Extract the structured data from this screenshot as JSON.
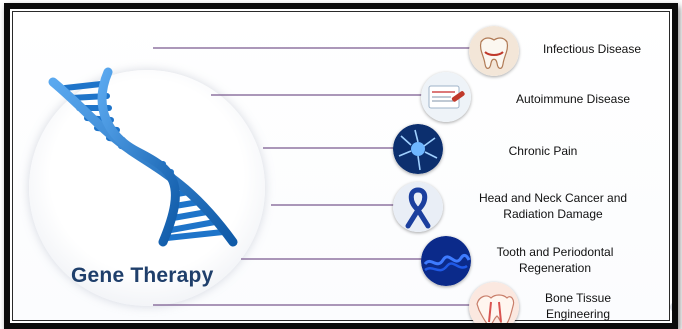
{
  "diagram": {
    "title": "Gene Therapy",
    "items": [
      {
        "label": "Infectious Disease",
        "icon": "tooth-icon"
      },
      {
        "label": "Autoimmune Disease",
        "icon": "blood-test-icon"
      },
      {
        "label": "Chronic Pain",
        "icon": "nerve-cell-icon"
      },
      {
        "label": "Head and Neck Cancer and Radiation Damage",
        "icon": "cancer-ribbon-icon"
      },
      {
        "label": "Tooth and Periodontal Regeneration",
        "icon": "tissue-regeneration-icon"
      },
      {
        "label": "Bone Tissue Engineering",
        "icon": "tooth-cross-section-icon"
      }
    ]
  },
  "colors": {
    "title": "#1f3f6b",
    "dna_blue": "#1e74c9",
    "connector": "#7a5a8f",
    "frame": "#0b0b0b"
  }
}
